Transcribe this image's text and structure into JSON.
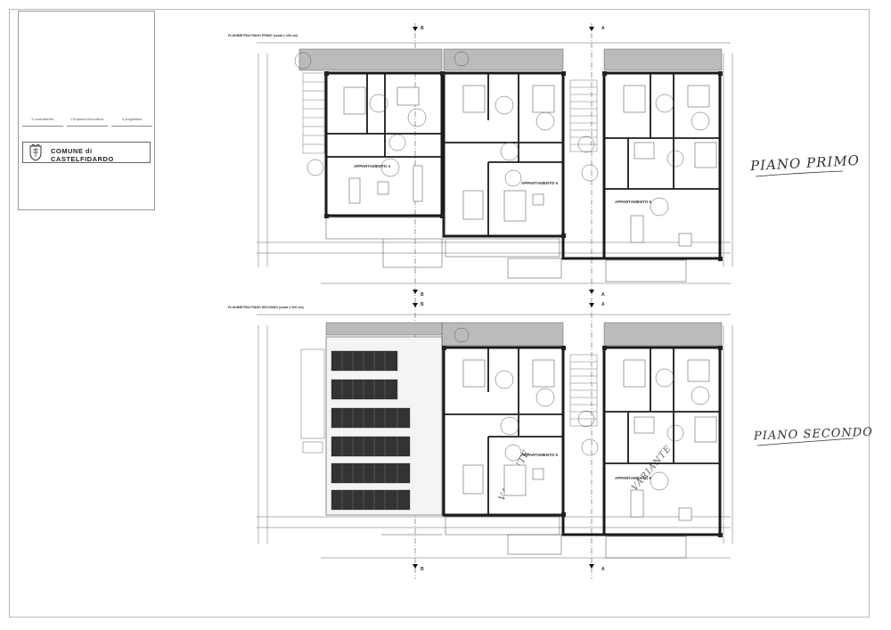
{
  "title_block": {
    "signature_labels": [
      "Il committente",
      "L'impresa Esecutrice",
      "Il progettista"
    ],
    "municipality": "COMUNE di CASTELFIDARDO",
    "crest_icon": "municipal-crest-icon"
  },
  "section_marks": {
    "left": "B",
    "right": "A"
  },
  "plans": [
    {
      "title": "PLANIMETRIA PIANO PRIMO (scala 1:100 cm)",
      "handwritten_label": "PIANO PRIMO",
      "apartment_labels": [
        "APPARTAMENTO 4",
        "APPARTAMENTO 5",
        "APPARTAMENTO 6"
      ]
    },
    {
      "title": "PLANIMETRIA PIANO SECONDO (scala 1:100 cm)",
      "handwritten_label": "PIANO SECONDO",
      "apartment_labels": [
        "APPARTAMENTO 5",
        "APPARTAMENTO 6"
      ],
      "margin_notes": [
        "VARIANTE",
        "VARIANTE"
      ]
    }
  ],
  "colors": {
    "wall": "#1a1a1a",
    "line": "#666666",
    "solar": "#333333"
  }
}
